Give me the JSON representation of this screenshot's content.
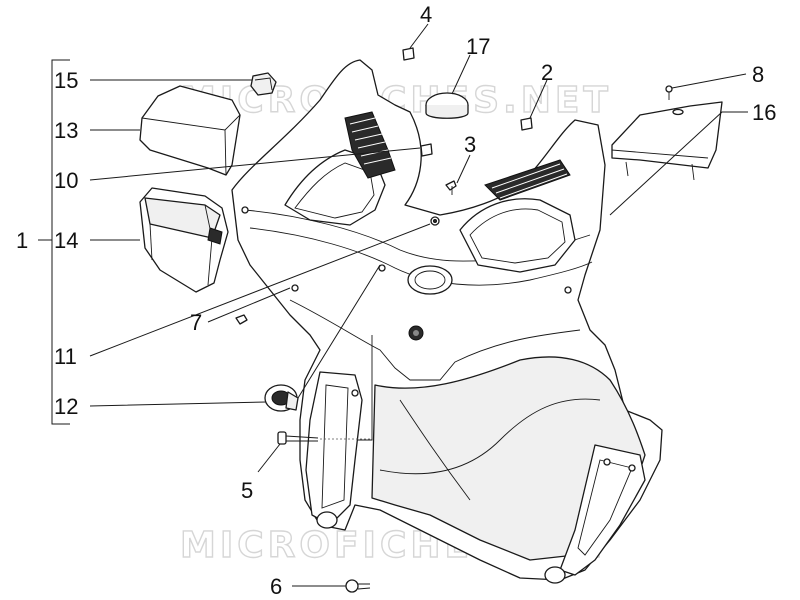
{
  "watermark": "MICROFICHES.NET",
  "labels": {
    "p1": "1",
    "p2": "2",
    "p3": "3",
    "p4": "4",
    "p5": "5",
    "p6": "6",
    "p7": "7",
    "p8": "8",
    "p10": "10",
    "p11": "11",
    "p12": "12",
    "p13": "13",
    "p14": "14",
    "p15": "15",
    "p16": "16",
    "p17": "17"
  }
}
